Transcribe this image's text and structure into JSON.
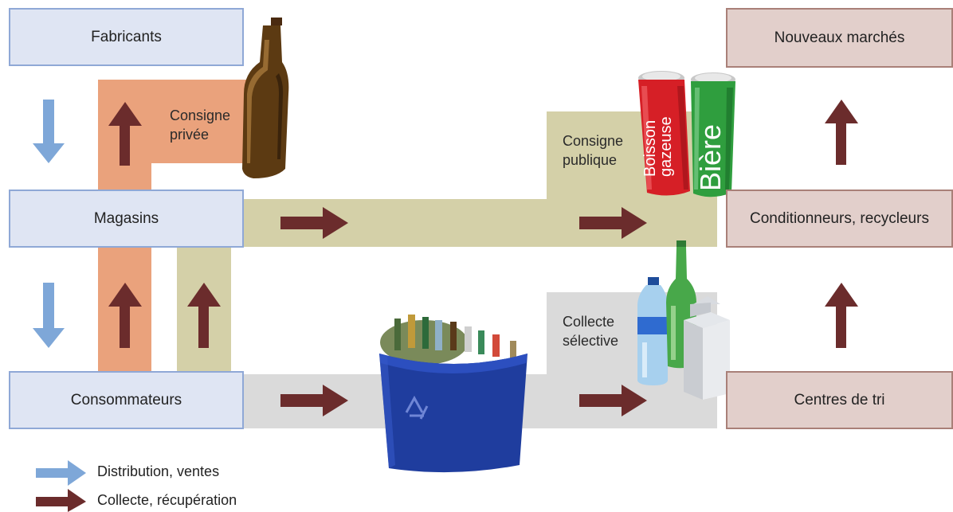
{
  "nodes": {
    "fabricants": "Fabricants",
    "magasins": "Magasins",
    "consommateurs": "Consommateurs",
    "nouveaux_marches": "Nouveaux marchés",
    "conditionneurs": "Conditionneurs, recycleurs",
    "centres_de_tri": "Centres de tri"
  },
  "flows": {
    "consigne_privee_1": "Consigne",
    "consigne_privee_2": "privée",
    "consigne_publique_1": "Consigne",
    "consigne_publique_2": "publique",
    "collecte_selective_1": "Collecte",
    "collecte_selective_2": "sélective"
  },
  "cans": {
    "red_line1": "Boisson",
    "red_line2": "gazeuse",
    "green": "Bière"
  },
  "legend": {
    "distribution": "Distribution, ventes",
    "collecte": "Collecte, récupération"
  },
  "colors": {
    "distribution_arrow": "#7ea7d8",
    "collecte_arrow": "#6b2c2c",
    "consigne_privee_band": "#eaa27c",
    "consigne_publique_band": "#d4d0a8",
    "collecte_selective_band": "#dadada"
  }
}
